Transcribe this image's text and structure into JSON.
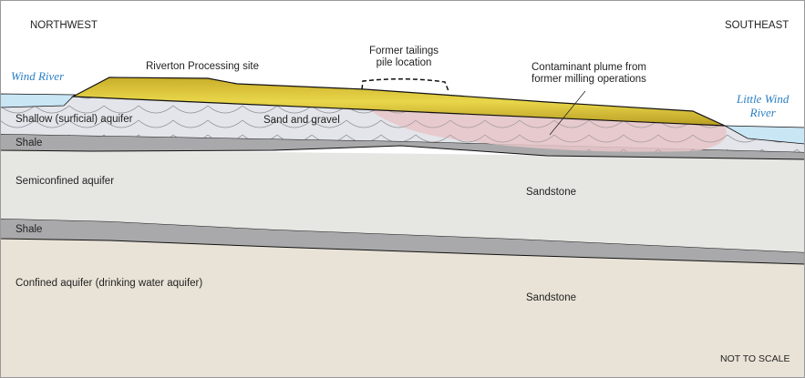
{
  "orientation": {
    "left": "NORTHWEST",
    "right": "SOUTHEAST"
  },
  "rivers": {
    "left": "Wind River",
    "right_line1": "Little Wind",
    "right_line2": "River"
  },
  "labels": {
    "site": "Riverton Processing site",
    "tailings_line1": "Former tailings",
    "tailings_line2": "pile location",
    "plume_line1": "Contaminant plume from",
    "plume_line2": "former milling operations",
    "shallow_aquifer": "Shallow (surficial) aquifer",
    "sand_gravel": "Sand and gravel",
    "shale_upper": "Shale",
    "semiconfined": "Semiconfined aquifer",
    "sandstone_upper": "Sandstone",
    "shale_lower": "Shale",
    "confined": "Confined aquifer (drinking water aquifer)",
    "sandstone_lower": "Sandstone",
    "scale_note": "NOT TO SCALE"
  },
  "colors": {
    "tailings": "#d9c23a",
    "water": "#c9e6f5",
    "aquifer": "#e3e5ea",
    "plume": "#e8c5c8",
    "shale": "#a9a9ab",
    "sandstone": "#e6e6e3",
    "confined": "#e9e3d7"
  }
}
